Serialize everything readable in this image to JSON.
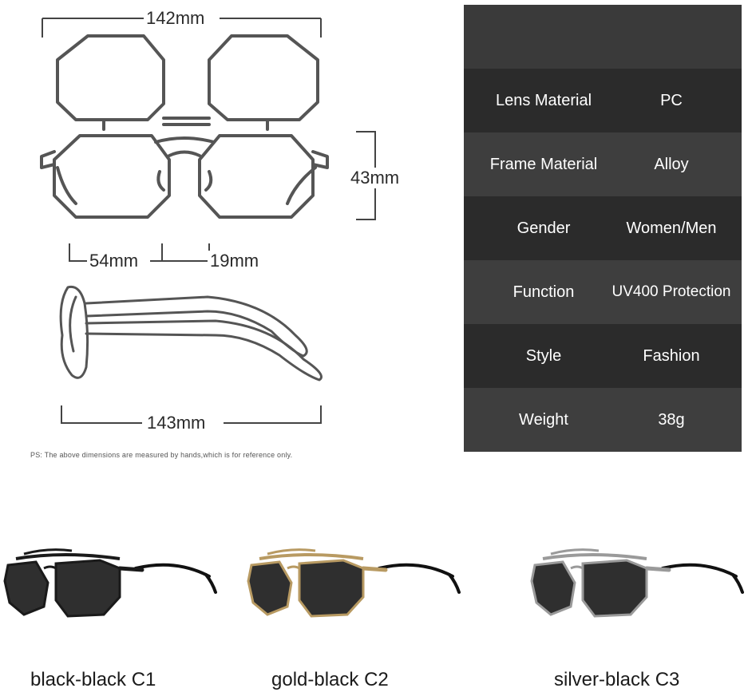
{
  "dimensions": {
    "total_width": "142mm",
    "lens_height": "43mm",
    "lens_width": "54mm",
    "bridge_width": "19mm",
    "temple_length": "143mm"
  },
  "note": "PS: The above dimensions are measured by hands,which is for reference only.",
  "specs": [
    {
      "key": "Lens Material",
      "value": "PC"
    },
    {
      "key": "Frame Material",
      "value": "Alloy"
    },
    {
      "key": "Gender",
      "value": "Women/Men"
    },
    {
      "key": "Function",
      "value": "UV400 Protection"
    },
    {
      "key": "Style",
      "value": "Fashion"
    },
    {
      "key": "Weight",
      "value": "38g"
    }
  ],
  "variants": [
    {
      "label": "black-black C1",
      "frame_color": "#1a1a1a"
    },
    {
      "label": "gold-black C2",
      "frame_color": "#b89a62"
    },
    {
      "label": "silver-black C3",
      "frame_color": "#9a9a9a"
    }
  ],
  "colors": {
    "spec_panel_bg": "#3a3a3a",
    "spec_panel_stripe": "#2b2b2b",
    "lens_tint": "#2f2f2f"
  }
}
